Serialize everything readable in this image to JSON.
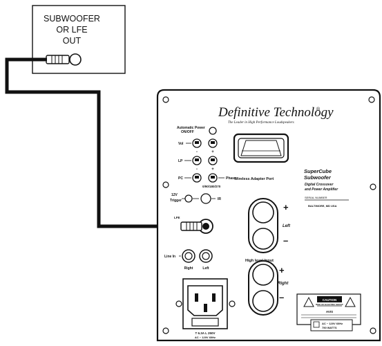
{
  "source_box": {
    "line1": "SUBWOOFER",
    "line2": "OR LFE",
    "line3": "OUT"
  },
  "panel": {
    "brand": "Definitive Technology",
    "brand_mark": "®",
    "tagline": "The Leader in High Performance Loudspeakers",
    "auto_power_label": "Automatic Power",
    "auto_power_sub": "ON/OFF",
    "vol_label": "Vol",
    "lp_label": "LP",
    "pc_label": "PC",
    "phase_label": "Phase",
    "freq_label": "0/90/180/270",
    "minus": "-",
    "plus": "+",
    "adapter_label": "Wireless Adapter Port",
    "trigger_label_1": "12V",
    "trigger_label_2": "Trigger",
    "ir_label": "IR",
    "lfe_label": "LFE",
    "linein_label": "Line In",
    "right_label": "Right",
    "left_label": "Left",
    "high_level_label": "High level Input",
    "model_line1": "SuperCube",
    "model_line2": "Subwoofer",
    "model_line3": "Digital Crossover",
    "model_line4": "and Power Amplifier",
    "serial_label": "SERIAL NUMBER",
    "made_in": "BALTIMORE, MD USA",
    "left_speaker": "Left",
    "right_speaker": "Right",
    "plus_sign": "+",
    "minus_sign": "–",
    "fuse_label": "T 6.3A L 250V",
    "power_rating": "AC ~ 120V 60Hz",
    "caution_title": "CAUTION",
    "caution_sub": "RISK OF ELECTRIC SHOCK",
    "caution_note": "AVIS",
    "rating_box": "AC ~ 120V 60Hz",
    "rating_watt": "750 WATTS"
  }
}
